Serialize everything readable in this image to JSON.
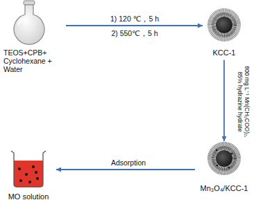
{
  "diagram": {
    "nodes": [
      {
        "text": [
          "TEOS+CPB+ Cyclohexane + Water"
        ]
      },
      {
        "text": [
          "KCC-1"
        ]
      },
      {
        "text": [
          "Mn₃O₄/KCC-1"
        ]
      },
      {
        "text": [
          "MO solution"
        ]
      }
    ],
    "edges": [
      {
        "from": 0,
        "to": 1,
        "arrow": "to",
        "label": "1) 120 ℃，5 h"
      },
      {
        "from": 1,
        "to": 2,
        "arrow": "to",
        "label": "800 mg L⁻¹ Mn(CH₃COO)₂, 85% hydrazine hydrate"
      },
      {
        "from": 2,
        "to": 3,
        "arrow": "to",
        "label": "Adsorption"
      }
    ],
    "labels": [
      "2) 550℃，5 h"
    ]
  }
}
